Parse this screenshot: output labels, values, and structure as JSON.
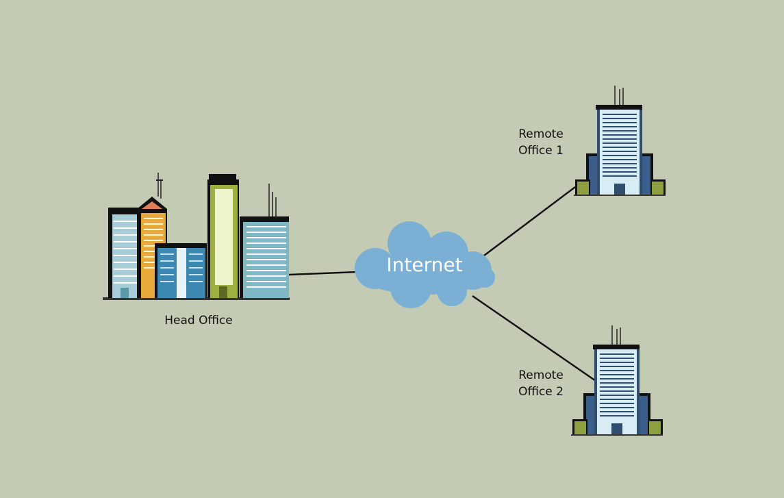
{
  "nodes": {
    "head_office": {
      "label": "Head Office"
    },
    "internet": {
      "label": "Internet"
    },
    "remote_office_1": {
      "label_line1": "Remote",
      "label_line2": "Office 1"
    },
    "remote_office_2": {
      "label_line1": "Remote",
      "label_line2": "Office 2"
    }
  },
  "colors": {
    "background": "#c3cbb5",
    "cloud": "#7bb0d4",
    "connector": "#111111",
    "remote_building": "#d7ecf4",
    "remote_building_frame": "#2f4e6e"
  }
}
